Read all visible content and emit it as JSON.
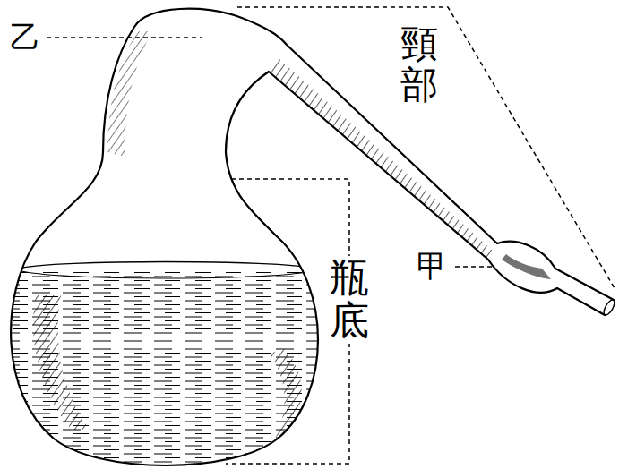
{
  "diagram": {
    "labels": [
      "乙",
      "頸部",
      "甲",
      "瓶底"
    ]
  }
}
